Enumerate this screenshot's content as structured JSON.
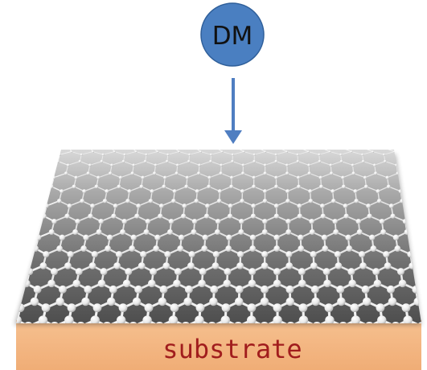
{
  "particle": {
    "label": "DM",
    "fill_color": "#4a7fc1",
    "stroke_color": "#2f5f9a"
  },
  "arrow": {
    "color": "#4f7ec1",
    "direction": "down",
    "icon": "arrow-down-icon"
  },
  "sheet": {
    "material": "graphene",
    "lattice": "hexagonal",
    "atom_color": "#f2f2f2",
    "surface_color": "#6f6f6f"
  },
  "substrate": {
    "label": "substrate",
    "fill_color": "#f2b27b",
    "text_color": "#a11d1d"
  }
}
